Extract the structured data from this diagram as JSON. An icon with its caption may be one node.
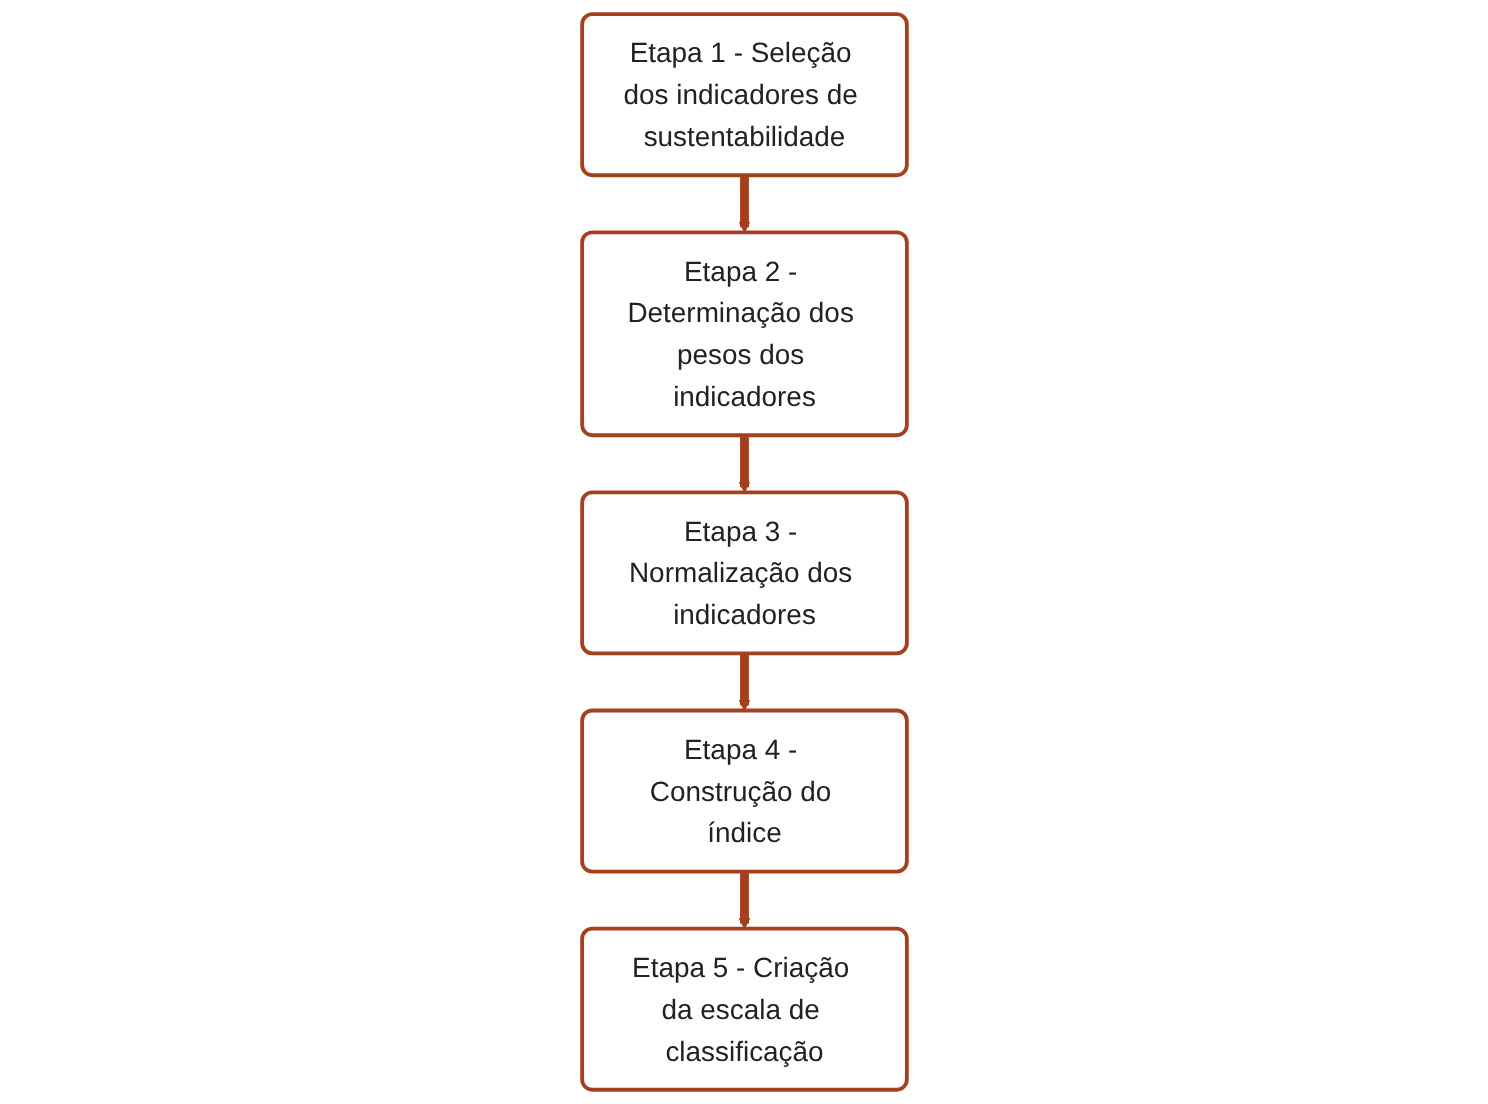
{
  "diagram": {
    "nodes": [
      {
        "text": [
          "Etapa 1 - Seleção dos indicadores de sustentabilidade"
        ]
      },
      {
        "text": [
          "Etapa 2 - Determinação dos pesos dos indicadores"
        ]
      },
      {
        "text": [
          "Etapa 3 - Normalização dos indicadores"
        ]
      },
      {
        "text": [
          "Etapa 4 - Construção do índice"
        ]
      },
      {
        "text": [
          "Etapa 5 - Criação da escala de classificação"
        ]
      }
    ],
    "edges": [
      {
        "from": 0,
        "to": 1,
        "arrow": "to"
      },
      {
        "from": 1,
        "to": 2,
        "arrow": "to"
      },
      {
        "from": 2,
        "to": 3,
        "arrow": "to"
      },
      {
        "from": 3,
        "to": 4,
        "arrow": "to"
      }
    ]
  }
}
